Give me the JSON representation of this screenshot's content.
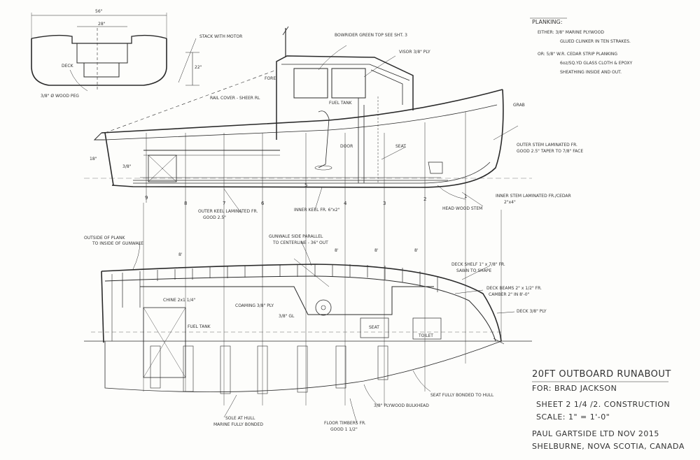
{
  "planking": {
    "heading": "PLANKING:",
    "line1": "EITHER: 3/8\" MARINE PLYWOOD",
    "line2": "GLUED CLINKER IN TEN STRAKES.",
    "line3": "OR: 5/8\" W.R. CEDAR STRIP PLANKING",
    "line4": "6oz/SQ.YD GLASS CLOTH & EPOXY",
    "line5": "SHEATHING INSIDE AND OUT."
  },
  "section": {
    "dim_top": "56\"",
    "dim_inner": "28\"",
    "dim_height": "22\"",
    "deck_label": "DECK",
    "keel_label": "3/8\" Ø WOOD PEG"
  },
  "profile": {
    "stack": "STACK WITH MOTOR",
    "bowrider": "BOWRIDER GREEN TOP SEE SHT. 3",
    "visor": "VISOR 3/8\" PLY",
    "rail": "RAIL COVER - SHEER RL",
    "fore": "FORE",
    "fuel_tank": "FUEL TANK",
    "door": "DOOR",
    "seat": "SEAT",
    "outer_stem": "OUTER STEM LAMINATED FR.",
    "outer_stem2": "GOOD 2.5\" TAPER TO 7/8\" FACE",
    "stanch": "GRAB",
    "outer_keel": "OUTER KEEL LAMINATED FR.",
    "outer_keel2": "GOOD 2.5\"",
    "inner_keel": "INNER KEEL FR. 6\"x2\"",
    "inner_stem": "INNER STEM LAMINATED FR./CEDAR",
    "inner_stem2": "2\"x4\"",
    "head": "HEAD WOOD STEM",
    "transom_dim": "18\"",
    "transom_small": "3/8\"",
    "station_numbers": [
      "9",
      "8",
      "7",
      "6",
      "5",
      "4",
      "3",
      "2",
      "1"
    ]
  },
  "plan": {
    "outside_plank": "OUTSIDE OF PLANK",
    "inside_gunwale": "TO INSIDE OF GUNWALE",
    "gunwale_label": "GUNWALE SIDE PARALLEL",
    "gunwale_label2": "TO CENTERLINE - 36\" OUT",
    "deck_shelf": "DECK SHELF 1\" x 7/8\" FR.",
    "deck_shelf2": "SAWN TO SHAPE",
    "deck_beams": "DECK BEAMS 2\" x 1/2\" FR.",
    "deck_beams2": "CAMBER 2\" IN 8'-0\"",
    "deck_ply": "DECK 3/8\" PLY",
    "chine": "CHINE 2x1 1/4\"",
    "coaming": "COAMING 3/8\" PLY",
    "fuel_tank": "FUEL TANK",
    "inner_half": "3/8\" GL",
    "seat": "SEAT",
    "toilet": "TOILET",
    "bulkhead": "3/8\" PLYWOOD BULKHEAD",
    "seat_fully": "SEAT FULLY BONDED TO HULL",
    "sole": "SOLE AT HULL",
    "sole2": "MARINE FULLY BONDED",
    "floor_timbers": "FLOOR TIMBERS FR.",
    "floor_timbers2": "GOOD 1 1/2\"",
    "dim_a": "8'",
    "dim_b": "8'",
    "dim_c": "8'",
    "dim_d": "8'"
  },
  "title_block": {
    "title": "20FT OUTBOARD RUNABOUT",
    "for_line": "FOR: BRAD JACKSON",
    "sheet": "SHEET 2 1/4 /2. CONSTRUCTION",
    "scale": "SCALE: 1\" = 1'-0\"",
    "designer": "PAUL GARTSIDE LTD NOV 2015",
    "location": "SHELBURNE, NOVA SCOTIA, CANADA"
  }
}
